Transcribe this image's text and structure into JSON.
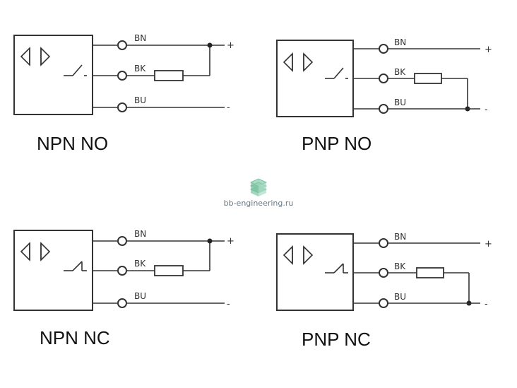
{
  "diagrams": [
    {
      "title": "NPN  NO",
      "wires": [
        "BN",
        "BK",
        "BU"
      ],
      "signs": [
        "+",
        "-"
      ]
    },
    {
      "title": "PNP  NO",
      "wires": [
        "BN",
        "BK",
        "BU"
      ],
      "signs": [
        "+",
        "-"
      ]
    },
    {
      "title": "NPN  NC",
      "wires": [
        "BN",
        "BK",
        "BU"
      ],
      "signs": [
        "+",
        "-"
      ]
    },
    {
      "title": "PNP  NC",
      "wires": [
        "BN",
        "BK",
        "BU"
      ],
      "signs": [
        "+",
        "-"
      ]
    }
  ],
  "watermark": {
    "text": "bb-engineering.ru",
    "icon": "stack-logo-icon"
  },
  "colors": {
    "ink": "#333333",
    "watermark": "#6a7a86",
    "logo": "#7cc3a4"
  }
}
